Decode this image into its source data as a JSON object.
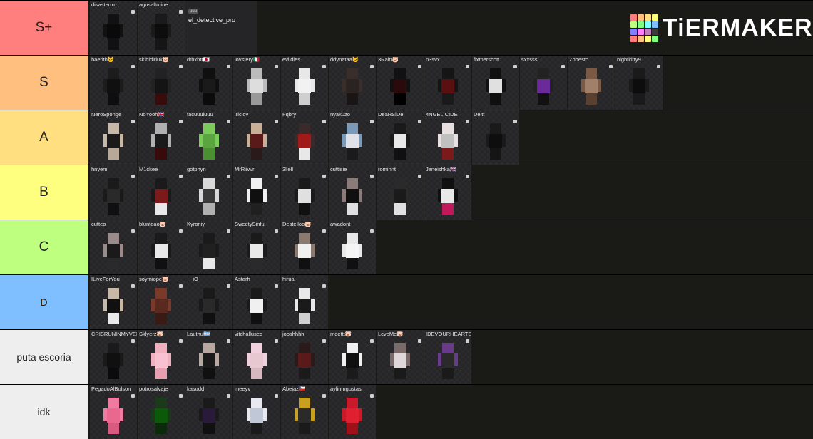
{
  "logo": {
    "text": "TiERMAKER",
    "colors": [
      "#ff7f7f",
      "#ffbf7f",
      "#ffdf7f",
      "#ffff7f",
      "#bfff7f",
      "#7fff7f",
      "#7fffff",
      "#7fbfff",
      "#7f7fff",
      "#ff7fff",
      "#bf7fbf",
      "#3b3b3b",
      "#ff7f7f",
      "#ffbf7f",
      "#ffff7f",
      "#7fff7f"
    ]
  },
  "tiers": [
    {
      "label": "S+",
      "color": "#ff7f7f",
      "items": [
        {
          "name": "disasterrrrr",
          "skin": [
            "#111",
            "#0a0a0a",
            "#111"
          ]
        },
        {
          "name": "agusaltmine",
          "skin": [
            "#1a1a1a",
            "#0d0d0d",
            "#151515"
          ]
        },
        {
          "name": "el_detective_pro",
          "tag": "uuu",
          "wide": true
        }
      ]
    },
    {
      "label": "S",
      "color": "#ffbf7f",
      "items": [
        {
          "name": "haerith🐱",
          "skin": [
            "#1c1c1c",
            "#101010",
            "#0e0e0e"
          ]
        },
        {
          "name": "skibidiriuk🐷",
          "skin": [
            "#222",
            "#141414",
            "#3a0b0b"
          ]
        },
        {
          "name": "dthxhtr🇯🇵",
          "skin": [
            "#0f0f0f",
            "#1a1a1a",
            "#0b0b0b"
          ]
        },
        {
          "name": "lovstery🇮🇹",
          "skin": [
            "#bbb",
            "#ddd",
            "#999"
          ]
        },
        {
          "name": "evildies",
          "skin": [
            "#e8e8e8",
            "#f2f2f2",
            "#cfcfcf"
          ]
        },
        {
          "name": "ddynataa😺",
          "skin": [
            "#3a2e2a",
            "#2b2322",
            "#1a1414"
          ]
        },
        {
          "name": "3Rain🐷",
          "skin": [
            "#111",
            "#2a0a0a",
            "#000"
          ]
        },
        {
          "name": "n3svx",
          "skin": [
            "#151515",
            "#5a1010",
            "#1a1a1a"
          ]
        },
        {
          "name": "flxmerscott",
          "skin": [
            "#101010",
            "#e0e0e0",
            "#0f0f0f"
          ]
        },
        {
          "name": "sxxsss",
          "skin": [
            "#222",
            "#6a2a9a",
            "#111"
          ]
        },
        {
          "name": "Zhhesto",
          "skin": [
            "#7a5a44",
            "#a08068",
            "#5a4030"
          ]
        },
        {
          "name": "nightkitty9",
          "skin": [
            "#1a1a1a",
            "#0d0d0d",
            "#1a1a1a"
          ]
        }
      ]
    },
    {
      "label": "A",
      "color": "#ffdf7f",
      "items": [
        {
          "name": "NeroSponge",
          "skin": [
            "#c8b8a8",
            "#1a1a1a",
            "#b8a898"
          ]
        },
        {
          "name": "NoYooh🇬🇧",
          "skin": [
            "#b0b0b0",
            "#1a1a1a",
            "#3a0a0a"
          ]
        },
        {
          "name": "facuuuiuuu",
          "skin": [
            "#7acb5a",
            "#5aa540",
            "#4a9030"
          ]
        },
        {
          "name": "Ticlov",
          "skin": [
            "#c8b098",
            "#5a1a1a",
            "#2a1a1a"
          ]
        },
        {
          "name": "Fqbry",
          "skin": [
            "#3a2a2a",
            "#a01a1a",
            "#e8e8e8"
          ]
        },
        {
          "name": "nyakuzo",
          "skin": [
            "#7a9ab8",
            "#e0e0e8",
            "#1a1a1a"
          ]
        },
        {
          "name": "DeaRSiDe",
          "skin": [
            "#1a1a1a",
            "#e8e8e8",
            "#101010"
          ]
        },
        {
          "name": "4NGELICIDE",
          "skin": [
            "#e8e0e0",
            "#c0c0c0",
            "#7a1a1a"
          ]
        },
        {
          "name": "Deitt",
          "skin": [
            "#1a1a1a",
            "#0e0e0e",
            "#151515"
          ]
        }
      ]
    },
    {
      "label": "B",
      "color": "#ffff7f",
      "items": [
        {
          "name": "hnyem",
          "skin": [
            "#1a1a1a",
            "#2a2a2a",
            "#101010"
          ]
        },
        {
          "name": "M1ckee",
          "skin": [
            "#1a1a1a",
            "#7a1a1a",
            "#e8e8e8"
          ]
        },
        {
          "name": "gotphyn",
          "skin": [
            "#d8d8d8",
            "#3a3a3a",
            "#b0b0b0"
          ]
        },
        {
          "name": "MrRiivvr",
          "skin": [
            "#f0f0f0",
            "#101010",
            "#202020"
          ]
        },
        {
          "name": "3liell",
          "skin": [
            "#1a1a1a",
            "#e0e0e0",
            "#101010"
          ]
        },
        {
          "name": "cuttisie",
          "skin": [
            "#8a7a7a",
            "#101010",
            "#e0e0e0"
          ]
        },
        {
          "name": "rominnt",
          "skin": [
            "#2a2a2a",
            "#1a1a1a",
            "#e0e0e0"
          ]
        },
        {
          "name": "Janeishka🇬🇧",
          "skin": [
            "#101010",
            "#e8e8e8",
            "#c0185a"
          ]
        }
      ]
    },
    {
      "label": "C",
      "color": "#bfff7f",
      "items": [
        {
          "name": "cutteo",
          "skin": [
            "#9a8a8a",
            "#1a1a1a",
            "#2a2a2a"
          ]
        },
        {
          "name": "blunteao🐷",
          "skin": [
            "#1a1a1a",
            "#e8e8e8",
            "#101010"
          ]
        },
        {
          "name": "Kyroniy",
          "skin": [
            "#1a1a1a",
            "#202020",
            "#e8e8e8"
          ]
        },
        {
          "name": "SweetySinful",
          "skin": [
            "#1a1a1a",
            "#e8e8e8",
            "#2a2a2a"
          ]
        },
        {
          "name": "Destelloo🐷",
          "skin": [
            "#8a7a70",
            "#f0f0f0",
            "#101010"
          ]
        },
        {
          "name": "awadont",
          "skin": [
            "#e8e8e8",
            "#f4f4f4",
            "#101010"
          ]
        }
      ]
    },
    {
      "label": "D",
      "color": "#7fbfff",
      "small": true,
      "items": [
        {
          "name": "ILiveForYou",
          "skin": [
            "#c8b8a8",
            "#101010",
            "#e8e8e8"
          ]
        },
        {
          "name": "soymiope🐷",
          "skin": [
            "#7a3a2a",
            "#5a2a20",
            "#3a1a15"
          ]
        },
        {
          "name": "__iO",
          "skin": [
            "#1a1a1a",
            "#2a2a2a",
            "#101010"
          ]
        },
        {
          "name": "Astarh",
          "skin": [
            "#1a1a1a",
            "#f0f0f0",
            "#101010"
          ]
        },
        {
          "name": "hiruai",
          "skin": [
            "#e8e8e8",
            "#1a1a1a",
            "#d0d0d0"
          ]
        }
      ]
    },
    {
      "label": "puta escoria",
      "color": "#eeeeee",
      "small": true,
      "items": [
        {
          "name": "CRISRUNINMYVEINS",
          "skin": [
            "#1a1a1a",
            "#101010",
            "#0b0b0b"
          ],
          "extraList": true
        },
        {
          "name": "Sklyerz🐷",
          "skin": [
            "#f0b0c0",
            "#f8c0d0",
            "#e8a0b0"
          ]
        },
        {
          "name": "Lauthu🇦🇷",
          "skin": [
            "#b8a8a0",
            "#1a1a1a",
            "#101010"
          ]
        },
        {
          "name": "vitchallused",
          "skin": [
            "#f0d0dc",
            "#e8c8d0",
            "#d8b8c0"
          ]
        },
        {
          "name": "jooshhhh",
          "skin": [
            "#2a1a1a",
            "#5a1a1a",
            "#1a1a1a"
          ]
        },
        {
          "name": "moettt🐷",
          "skin": [
            "#f0f0f0",
            "#101010",
            "#1a1a1a"
          ]
        },
        {
          "name": "LcveMe🐷",
          "skin": [
            "#7a6a6a",
            "#e0d8d8",
            "#1a1a1a"
          ]
        },
        {
          "name": "IDEVOURHEARTS",
          "skin": [
            "#6a3a8a",
            "#2a2a2a",
            "#1a1a1a"
          ]
        }
      ]
    },
    {
      "label": "idk",
      "color": "#eeeeee",
      "small": true,
      "items": [
        {
          "name": "PegadoAlBolson",
          "skin": [
            "#f07aa0",
            "#e86890",
            "#d85a80"
          ]
        },
        {
          "name": "potrosalvaje",
          "skin": [
            "#1a3a1a",
            "#0a5a0a",
            "#0a2a0a"
          ]
        },
        {
          "name": "kasudd",
          "skin": [
            "#1a1a1a",
            "#2a1a3a",
            "#101010"
          ]
        },
        {
          "name": "meeyv",
          "skin": [
            "#e8e8f0",
            "#c0c8d8",
            "#1a1a1a"
          ]
        },
        {
          "name": "Abejaz🇨🇱",
          "skin": [
            "#c8a020",
            "#2a2a2a",
            "#1a1a1a"
          ]
        },
        {
          "name": "aylinmgustas",
          "skin": [
            "#c81a2a",
            "#e02030",
            "#a01018"
          ]
        }
      ]
    }
  ]
}
